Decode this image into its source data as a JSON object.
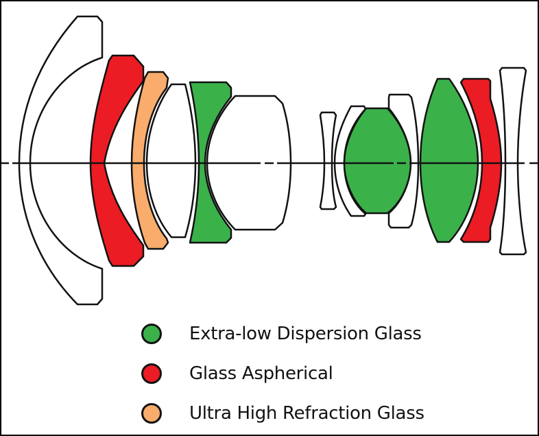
{
  "colors": {
    "ed_glass": "#3bb14a",
    "aspherical": "#ec1c24",
    "uhr_glass": "#f9ac6b",
    "plain_glass": "#ffffff",
    "outline": "#111111"
  },
  "lens_elements": [
    {
      "index": 1,
      "type": "plain_glass"
    },
    {
      "index": 2,
      "type": "aspherical"
    },
    {
      "index": 3,
      "type": "uhr_glass"
    },
    {
      "index": 4,
      "type": "plain_glass"
    },
    {
      "index": 5,
      "type": "ed_glass"
    },
    {
      "index": 6,
      "type": "plain_glass"
    },
    {
      "index": 7,
      "type": "plain_glass"
    },
    {
      "index": 8,
      "type": "plain_glass"
    },
    {
      "index": 9,
      "type": "ed_glass"
    },
    {
      "index": 10,
      "type": "plain_glass"
    },
    {
      "index": 11,
      "type": "ed_glass"
    },
    {
      "index": 12,
      "type": "aspherical"
    },
    {
      "index": 13,
      "type": "plain_glass"
    }
  ],
  "legend": [
    {
      "key": "ed_glass",
      "label": "Extra-low Dispersion Glass",
      "color": "#3bb14a"
    },
    {
      "key": "aspherical",
      "label": "Glass Aspherical",
      "color": "#ec1c24"
    },
    {
      "key": "uhr_glass",
      "label": "Ultra High Refraction Glass",
      "color": "#f9ac6b"
    }
  ]
}
